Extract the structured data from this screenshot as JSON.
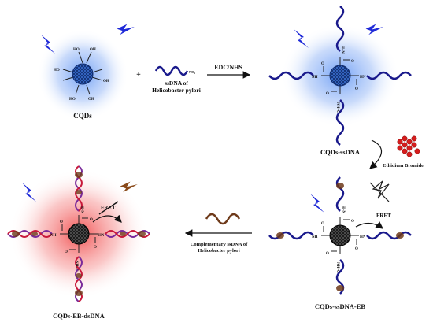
{
  "labels": {
    "cqds": "CQDs",
    "plus": "+",
    "ssdna_line1": "ssDNA of",
    "ssdna_line2": "Helicobacter pylori",
    "nh2": "NH₂",
    "edc_nhs": "EDC/NHS",
    "cqds_ssdna": "CQDs-ssDNA",
    "ethidium": "Ethidium   Bromide",
    "cqds_ssdna_eb": "CQDs-ssDNA-EB",
    "complementary_line1": "Complementary  ssDNA of",
    "complementary_line2": "Helicobacter pylori",
    "cqds_eb_dsdna": "CQDs-EB-dsDNA",
    "fret": "FRET",
    "hn": "HN",
    "nh": "NH",
    "nh_c": "NH–C",
    "c": "C",
    "o": "O",
    "h_n": "H–N",
    "oh": "OH",
    "ho": "HO"
  },
  "colors": {
    "dna_blue": "#1a1a8c",
    "glow_blue": "#5b8ff0",
    "glow_red": "#f05050",
    "lightning_blue": "#1f2ad8",
    "lightning_brown": "#8a4a1a",
    "eb_red": "#d61d1d",
    "eb_brown": "#6e3a1a",
    "dna_purple": "#7a2a9a",
    "dna_red": "#c8183a",
    "core_blue": "#223a8a",
    "core_black": "#222222"
  }
}
